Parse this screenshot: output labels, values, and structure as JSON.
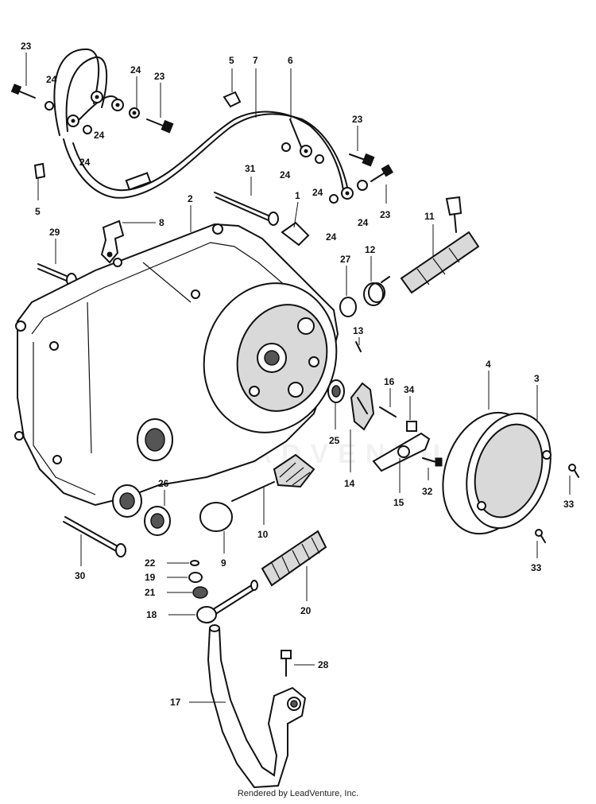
{
  "watermark": "LEADVENTURE",
  "footer": "Rendered by LeadVenture, Inc.",
  "callouts": [
    {
      "id": "c-23a",
      "label": "23"
    },
    {
      "id": "c-24a",
      "label": "24"
    },
    {
      "id": "c-24b",
      "label": "24"
    },
    {
      "id": "c-23b",
      "label": "23"
    },
    {
      "id": "c-24c",
      "label": "24"
    },
    {
      "id": "c-24d",
      "label": "24"
    },
    {
      "id": "c-5a",
      "label": "5"
    },
    {
      "id": "c-7",
      "label": "7"
    },
    {
      "id": "c-6",
      "label": "6"
    },
    {
      "id": "c-23c",
      "label": "23"
    },
    {
      "id": "c-24e",
      "label": "24"
    },
    {
      "id": "c-24f",
      "label": "24"
    },
    {
      "id": "c-24g",
      "label": "24"
    },
    {
      "id": "c-24h",
      "label": "24"
    },
    {
      "id": "c-23d",
      "label": "23"
    },
    {
      "id": "c-5b",
      "label": "5"
    },
    {
      "id": "c-31",
      "label": "31"
    },
    {
      "id": "c-2",
      "label": "2"
    },
    {
      "id": "c-1",
      "label": "1"
    },
    {
      "id": "c-8",
      "label": "8"
    },
    {
      "id": "c-29",
      "label": "29"
    },
    {
      "id": "c-11",
      "label": "11"
    },
    {
      "id": "c-27",
      "label": "27"
    },
    {
      "id": "c-12",
      "label": "12"
    },
    {
      "id": "c-13",
      "label": "13"
    },
    {
      "id": "c-4",
      "label": "4"
    },
    {
      "id": "c-3",
      "label": "3"
    },
    {
      "id": "c-16",
      "label": "16"
    },
    {
      "id": "c-34",
      "label": "34"
    },
    {
      "id": "c-25",
      "label": "25"
    },
    {
      "id": "c-14",
      "label": "14"
    },
    {
      "id": "c-15",
      "label": "15"
    },
    {
      "id": "c-32",
      "label": "32"
    },
    {
      "id": "c-33a",
      "label": "33"
    },
    {
      "id": "c-33b",
      "label": "33"
    },
    {
      "id": "c-26",
      "label": "26"
    },
    {
      "id": "c-10",
      "label": "10"
    },
    {
      "id": "c-9",
      "label": "9"
    },
    {
      "id": "c-30",
      "label": "30"
    },
    {
      "id": "c-22",
      "label": "22"
    },
    {
      "id": "c-19",
      "label": "19"
    },
    {
      "id": "c-21",
      "label": "21"
    },
    {
      "id": "c-20",
      "label": "20"
    },
    {
      "id": "c-18",
      "label": "18"
    },
    {
      "id": "c-28",
      "label": "28"
    },
    {
      "id": "c-17",
      "label": "17"
    }
  ]
}
